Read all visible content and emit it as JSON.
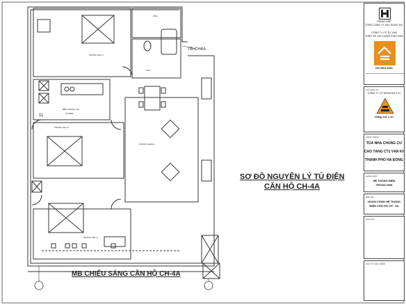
{
  "drawing": {
    "plan_title": "MB CHIẾU SÁNG CĂN HỘ CH-4A",
    "schematic_title_line1": "SƠ ĐỒ NGUYÊN LÝ TỦ ĐIỆN",
    "schematic_title_line2": "CĂN HỘ CH-4A",
    "panel_tag": "TĐ-CH4A",
    "number_mark": "11"
  },
  "rooms": {
    "bedroom1": "PHÒNG NGỦ 1",
    "bedroom2": "PHÒNG NGỦ 2",
    "bedroom3": "PHÒNG NGỦ 3",
    "living": "PHÒNG KHÁCH",
    "kitchen_line1": "BẾP+PHÒNG ĂN",
    "kitchen_line2": "22.68M2",
    "wc1": "WC1",
    "wc2": "WC2"
  },
  "titleblock": {
    "owner_brand": "HANACORP",
    "owner_name": "TỔNG CÔNG TY XÂY DỰNG HÀ NỘI",
    "consultant_line1": "CÔNG TY CP TƯ VẤN",
    "consultant_line2": "THIẾT KẾ XÂY DỰNG KINH DOANH NHÀ",
    "iso": "ISO 9001:2000",
    "contractor_label": "CHỦ ĐẦU TƯ:",
    "contractor_name": "CÔNG TY CP SÔNG ĐÀ 1.01",
    "contractor_brand": "Song Da 1.01",
    "project_label": "CÔNG TRÌNH:",
    "project_line1": "TOÀ NHÀ CHUNG CƯ",
    "project_line2": "CAO TẦNG CT1 VĂN KH",
    "project_line3": "THÀNH PHỐ HÀ ĐÔNG",
    "item_label": "HẠNG MỤC:",
    "item_line1": "HỆ THỐNG ĐIỆN",
    "item_line2": "TRONG NHÀ",
    "drawing_label": "BẢN VẼ:",
    "drawing_line1": "HOÀN CÔNG HỆ THỐNG",
    "drawing_line2": "ĐIỆN CĂN HỘ CH - 4A",
    "notes_label": "GHI CHÚ:",
    "approval_label": "CHỮ KÝ XÁC NHẬN:"
  },
  "colors": {
    "line": "#333333",
    "frame": "#555555",
    "background": "#ffffff",
    "logo_orange": "#e8901c",
    "logo_dark": "#222222"
  }
}
